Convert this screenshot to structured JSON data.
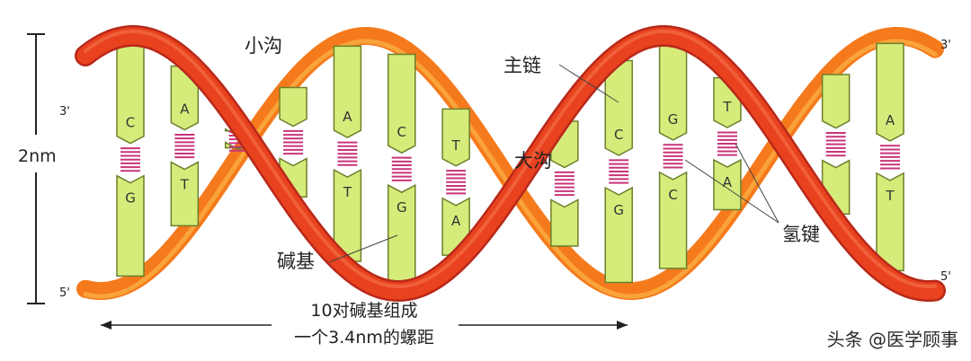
{
  "labels": {
    "minor_groove": "小沟",
    "major_groove": "大沟",
    "backbone": "主链",
    "hydrogen_bond": "氢键",
    "base": "碱基",
    "pitch_line1": "10对碱基组成",
    "pitch_line2": "一个3.4nm的螺距",
    "width": "2nm",
    "left_top_end": "3'",
    "left_bottom_end": "5'",
    "right_top_end": "3'",
    "right_bottom_end": "5'"
  },
  "base_pairs": [
    {
      "top": "C",
      "bottom": "G"
    },
    {
      "top": "A",
      "bottom": "T"
    },
    {
      "top": "",
      "bottom": ""
    },
    {
      "top": "",
      "bottom": ""
    },
    {
      "top": "A",
      "bottom": "T"
    },
    {
      "top": "C",
      "bottom": "G"
    },
    {
      "top": "T",
      "bottom": "A"
    },
    {
      "top": "",
      "bottom": ""
    },
    {
      "top": "",
      "bottom": ""
    },
    {
      "top": "C",
      "bottom": "G"
    },
    {
      "top": "G",
      "bottom": "C"
    },
    {
      "top": "T",
      "bottom": "A"
    },
    {
      "top": "",
      "bottom": ""
    },
    {
      "top": "",
      "bottom": ""
    },
    {
      "top": "A",
      "bottom": "T"
    }
  ],
  "watermark": "头条 @医学顾事",
  "colors": {
    "strand_dark": "#e8421e",
    "strand_light": "#f57a1c",
    "base_fill": "#d6ec7a",
    "base_stroke": "#6b7f2a",
    "bond": "#c8347a"
  }
}
